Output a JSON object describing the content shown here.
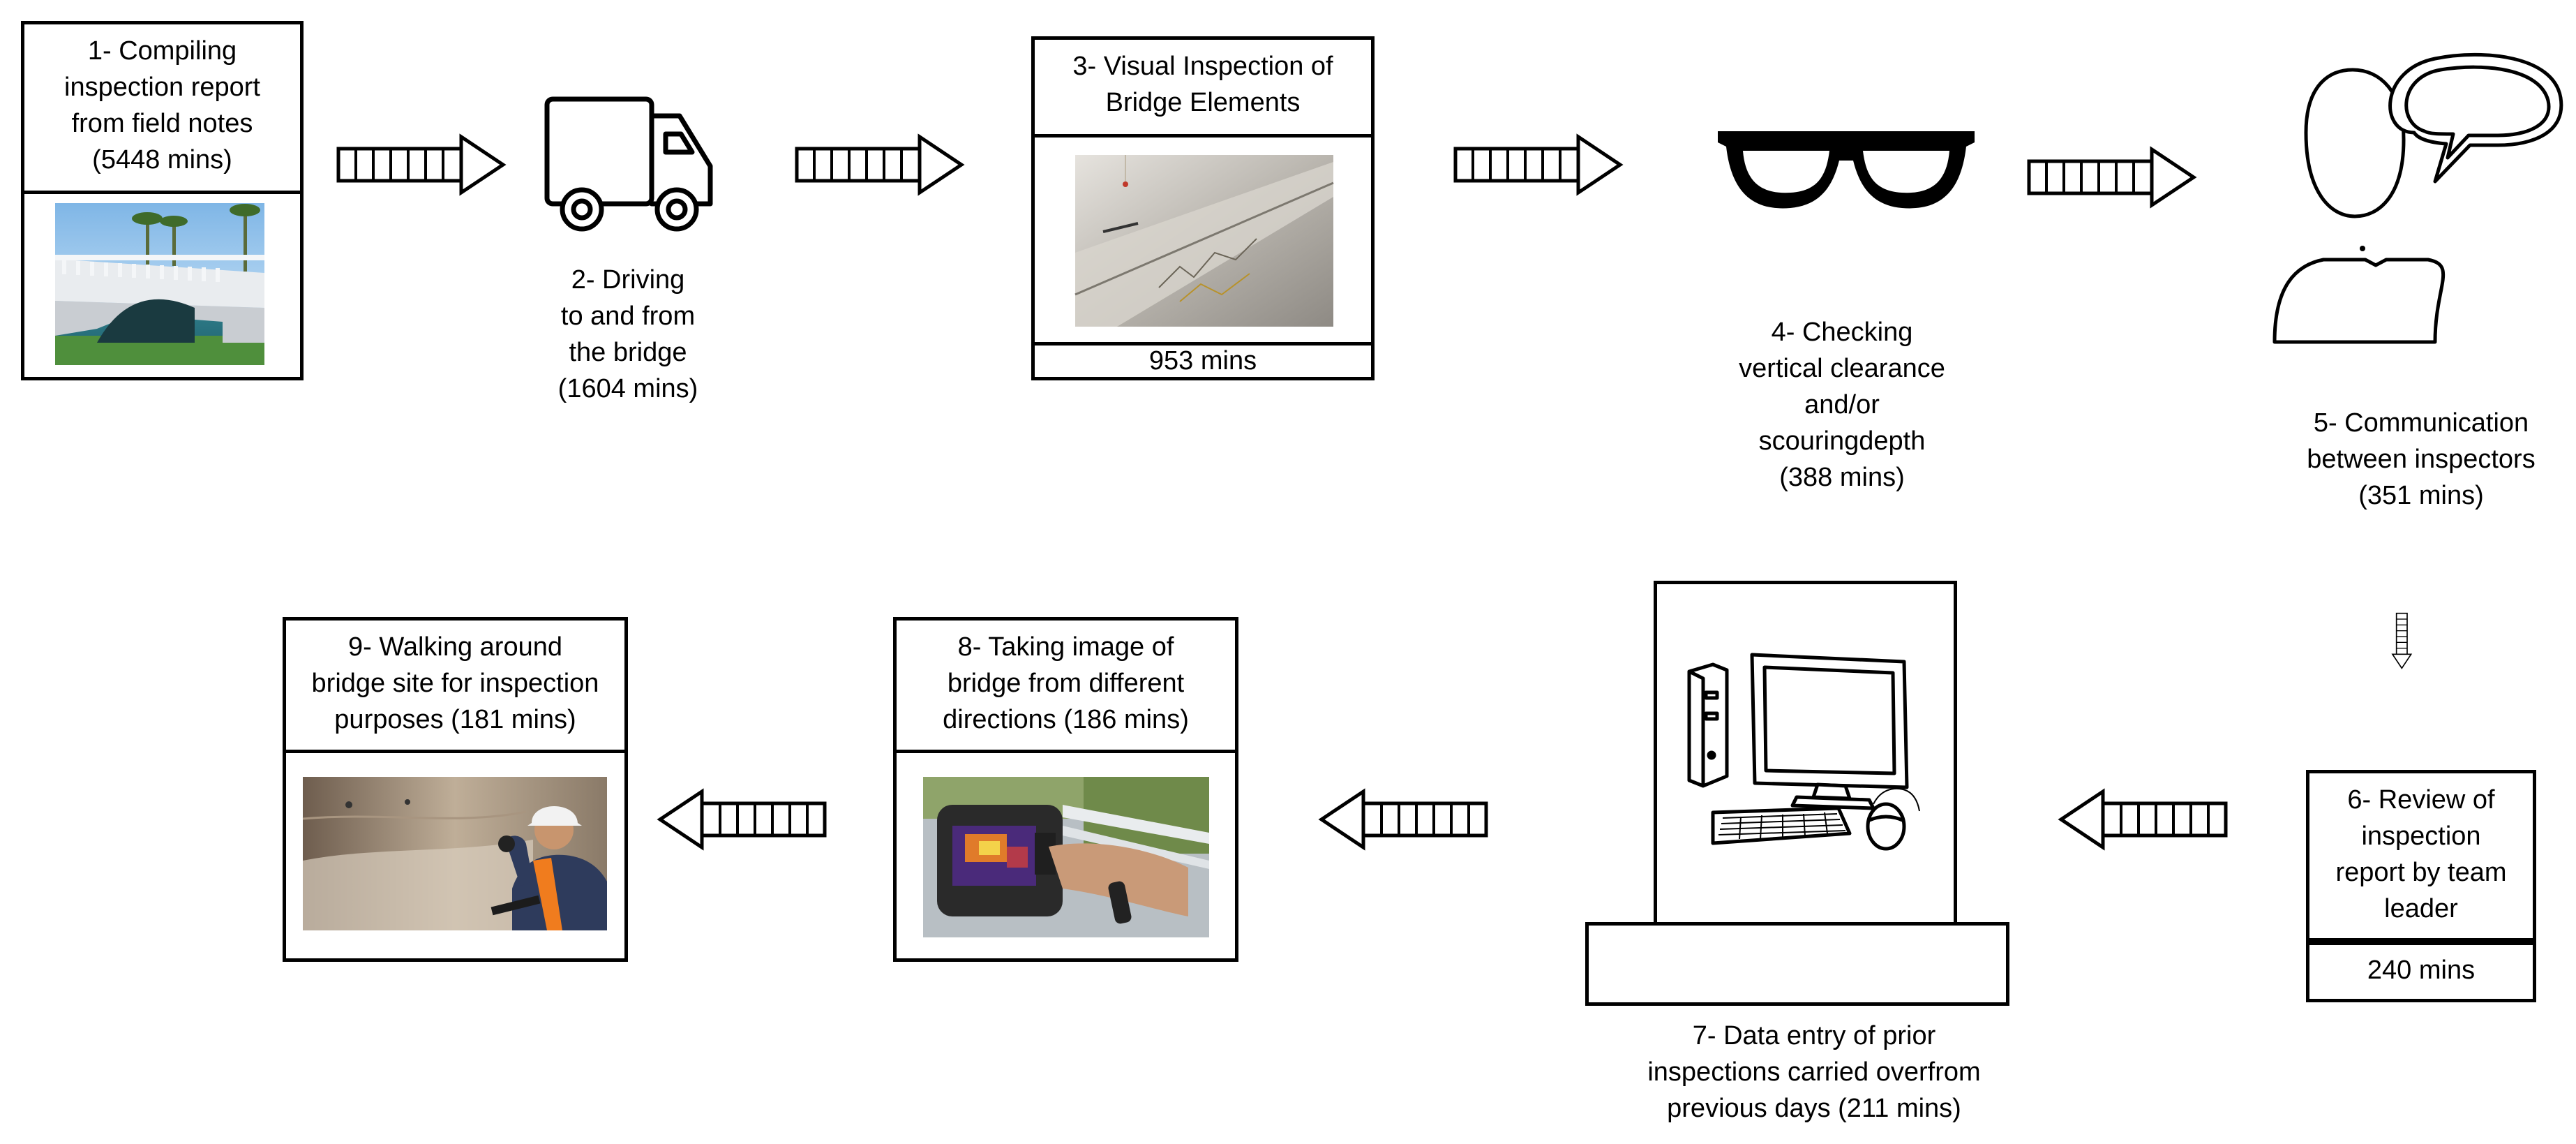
{
  "steps": {
    "s1": "1- Compiling\ninspection report\nfrom field notes\n(5448 mins)",
    "s2": "2- Driving\nto and from\nthe bridge\n(1604 mins)",
    "s3_title": "3- Visual Inspection of\nBridge Elements",
    "s3_time": "953 mins",
    "s4": "4- Checking\nvertical clearance\nand/or\nscouringdepth\n(388 mins)",
    "s5": "5- Communication\nbetween inspectors\n(351 mins)",
    "s6_title": "6- Review of\ninspection\nreport by team\nleader",
    "s6_time": "240 mins",
    "s7": "7- Data entry of prior\ninspections carried overfrom\nprevious days (211 mins)",
    "s8": "8- Taking image of\nbridge from different\ndirections (186 mins)",
    "s9": "9- Walking around\nbridge site for inspection\npurposes (181 mins)"
  },
  "icons": {
    "step1": "bridge-photo",
    "step2": "truck-icon",
    "step3": "concrete-crack-photo",
    "step4": "glasses-icon",
    "step5": "person-speech-icon",
    "step7": "computer-icon",
    "step8": "thermal-camera-photo",
    "step9": "inspector-photo"
  },
  "colors": {
    "line": "#000000",
    "background": "#ffffff"
  }
}
